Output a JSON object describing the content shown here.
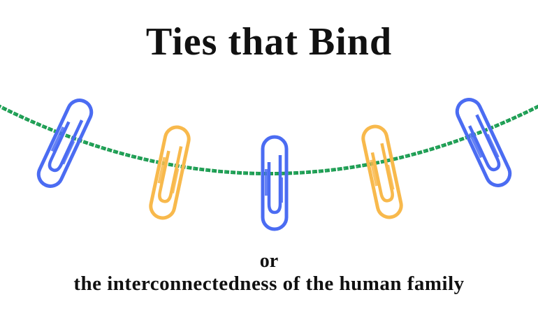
{
  "title": "Ties that Bind",
  "connector": "or",
  "subtitle": "the interconnectedness of  the human family",
  "colors": {
    "rope": "#1f9a52",
    "blue_clip": "#4b6cf2",
    "orange_clip": "#f8b94c"
  },
  "clips": [
    "blue",
    "orange",
    "blue",
    "orange",
    "blue"
  ]
}
